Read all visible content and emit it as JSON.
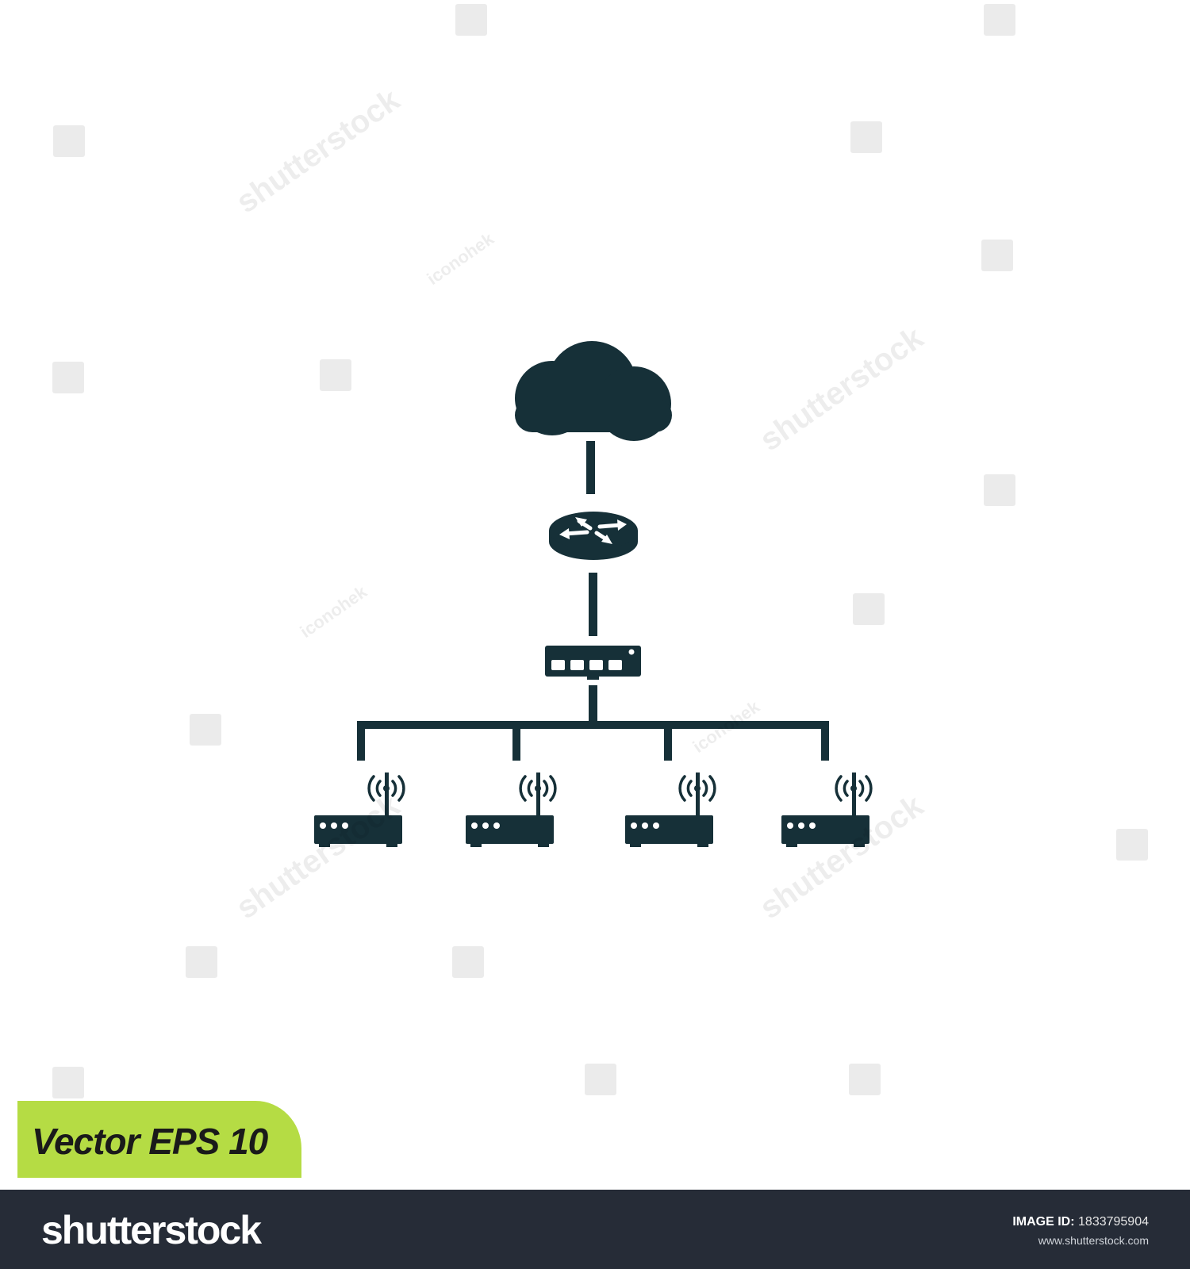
{
  "diagram": {
    "node_color": "#163038",
    "nodes": [
      {
        "id": "cloud",
        "icon": "cloud-icon"
      },
      {
        "id": "router",
        "icon": "router-icon"
      },
      {
        "id": "switch",
        "icon": "network-switch-icon"
      },
      {
        "id": "ap-1",
        "icon": "wifi-router-icon"
      },
      {
        "id": "ap-2",
        "icon": "wifi-router-icon"
      },
      {
        "id": "ap-3",
        "icon": "wifi-router-icon"
      },
      {
        "id": "ap-4",
        "icon": "wifi-router-icon"
      }
    ],
    "edges": [
      [
        "cloud",
        "router"
      ],
      [
        "router",
        "switch"
      ],
      [
        "switch",
        "ap-1"
      ],
      [
        "switch",
        "ap-2"
      ],
      [
        "switch",
        "ap-3"
      ],
      [
        "switch",
        "ap-4"
      ]
    ]
  },
  "badge": {
    "text": "Vector EPS 10",
    "color": "#b5dc44"
  },
  "watermarks": {
    "shutterstock": "shutterstock",
    "contributor": "iconohek"
  },
  "footer": {
    "background": "#262c37",
    "brand": "shutterstock",
    "image_id_label": "IMAGE ID:",
    "image_id": "1833795904",
    "url": "www.shutterstock.com"
  }
}
